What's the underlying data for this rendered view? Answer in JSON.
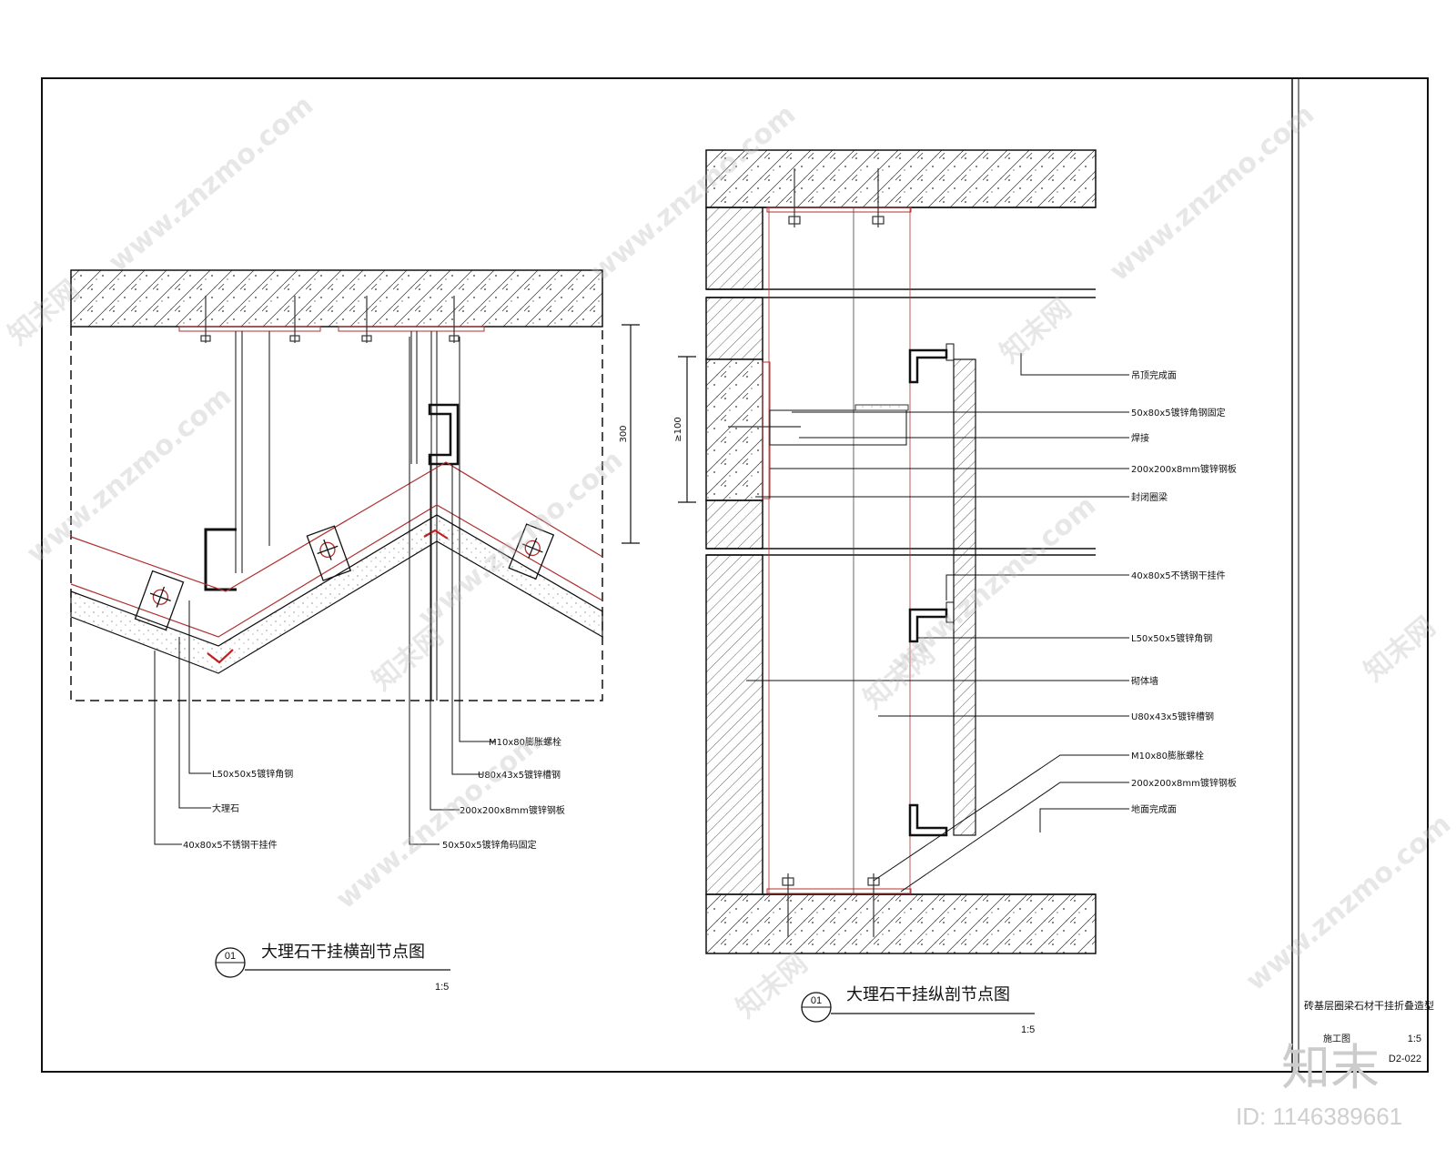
{
  "left_section": {
    "title": "大理石干挂横剖节点图",
    "number": "01",
    "scale": "1:5",
    "dim_label": "300",
    "labels": [
      "M10x80膨胀螺栓",
      "U80x43x5镀锌槽钢",
      "L50x50x5镀锌角钢",
      "大理石",
      "200x200x8mm镀锌钢板",
      "40x80x5不锈钢干挂件",
      "50x50x5镀锌角码固定"
    ]
  },
  "right_section": {
    "title": "大理石干挂纵剖节点图",
    "number": "01",
    "scale": "1:5",
    "dim_label": "≥100",
    "labels": [
      "吊顶完成面",
      "50x80x5镀锌角钢固定",
      "焊接",
      "200x200x8mm镀锌钢板",
      "封闭圈梁",
      "40x80x5不锈钢干挂件",
      "L50x50x5镀锌角钢",
      "砌体墙",
      "U80x43x5镀锌槽钢",
      "M10x80膨胀螺栓",
      "200x200x8mm镀锌钢板",
      "地面完成面"
    ]
  },
  "title_block": {
    "drawing_name": "砖基层圈梁石材干挂折叠造型",
    "stage": "施工图",
    "scale": "1:5",
    "drawing_no": "D2-022"
  },
  "watermark": {
    "site": "www.znzmo.com",
    "brand": "知末网",
    "logo": "知末",
    "id": "ID: 1146389661"
  }
}
